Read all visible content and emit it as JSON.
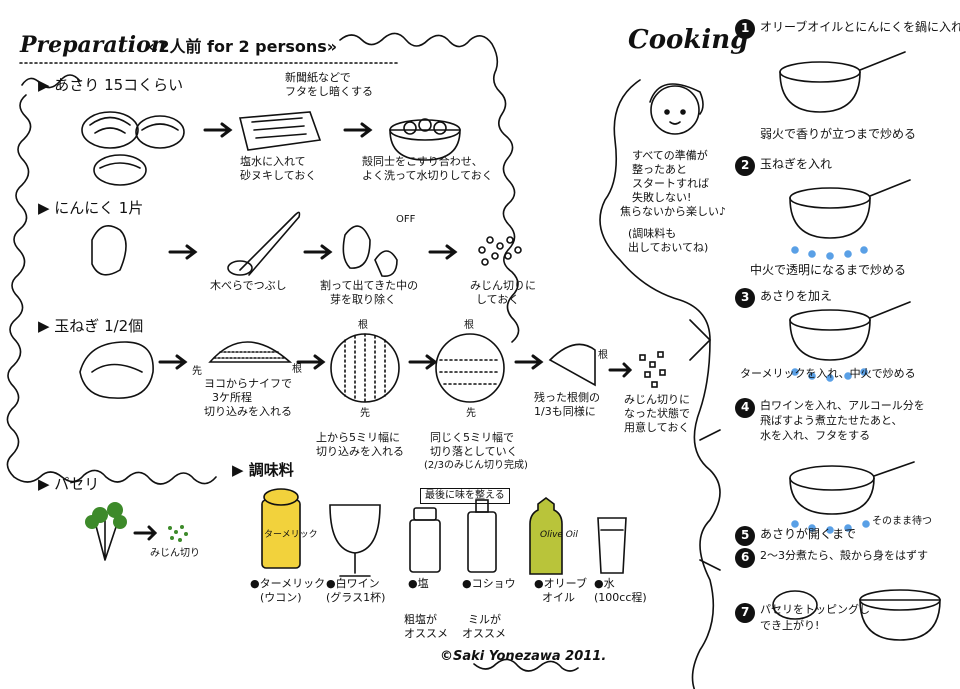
{
  "preparation": {
    "title": "Preparation",
    "subtitle": "«2人前 for 2 persons»",
    "clams": {
      "header": "▶ あさり 15コくらい",
      "note_newspaper_l1": "新聞紙などで",
      "note_newspaper_l2": "フタをし暗くする",
      "caption1_l1": "塩水に入れて",
      "caption1_l2": "砂ヌキしておく",
      "caption2_l1": "殻同士をこすり合わせ、",
      "caption2_l2": "よく洗って水切りしておく"
    },
    "garlic": {
      "header": "▶ にんにく 1片",
      "caption1": "木べらでつぶし",
      "off_label": "OFF",
      "caption2_l1": "割って出てきた中の",
      "caption2_l2": "芽を取り除く",
      "caption3_l1": "みじん切りに",
      "caption3_l2": "しておく"
    },
    "onion": {
      "header": "▶ 玉ねぎ 1/2個",
      "tip_label": "先",
      "root_label": "根",
      "caption1_l1": "ヨコからナイフで",
      "caption1_l2": "3ケ所程",
      "caption1_l3": "切り込みを入れる",
      "caption2_l1": "上から5ミリ幅に",
      "caption2_l2": "切り込みを入れる",
      "caption3_l1": "同じく5ミリ幅で",
      "caption3_l2": "切り落としていく",
      "caption3_l3": "(2/3のみじん切り完成)",
      "caption4_l1": "残った根側の",
      "caption4_l2": "1/3も同様に",
      "caption5_l1": "みじん切りに",
      "caption5_l2": "なった状態で",
      "caption5_l3": "用意しておく"
    },
    "parsley": {
      "header": "▶ パセリ",
      "caption": "みじん切り"
    },
    "seasonings": {
      "header": "▶ 調味料",
      "season_note": "最後に味を整える",
      "items": [
        {
          "label_l1": "●ターメリック",
          "label_l2": "(ウコン)",
          "jar_text": "ターメリック"
        },
        {
          "label_l1": "●白ワイン",
          "label_l2": "(グラス1杯)",
          "jar_text": ""
        },
        {
          "label_l1": "●塩",
          "label_l2": "",
          "jar_text": ""
        },
        {
          "label_l1": "●コショウ",
          "label_l2": "",
          "jar_text": ""
        },
        {
          "label_l1": "●オリーブ",
          "label_l2": "オイル",
          "jar_text": "Olive Oil"
        },
        {
          "label_l1": "●水",
          "label_l2": "(100cc程)",
          "jar_text": ""
        }
      ],
      "salt_note_l1": "粗塩が",
      "salt_note_l2": "オススメ",
      "pepper_note_l1": "ミルが",
      "pepper_note_l2": "オススメ"
    },
    "signature": "©Saki Yonezawa 2011."
  },
  "cooking": {
    "title": "Cooking",
    "intro_l1": "すべての準備が",
    "intro_l2": "整ったあと",
    "intro_l3": "スタートすれば",
    "intro_l4": "失敗しない!",
    "intro_l5": "焦らないから楽しい♪",
    "intro_l6": "(調味料も",
    "intro_l7": "出しておいてね)",
    "steps": [
      {
        "num": "1",
        "text": "オリーブオイルとにんにくを鍋に入れ",
        "caption": "弱火で香りが立つまで炒める"
      },
      {
        "num": "2",
        "text": "玉ねぎを入れ",
        "caption": "中火で透明になるまで炒める"
      },
      {
        "num": "3",
        "text": "あさりを加え",
        "caption": "ターメリックを入れ、中火で炒める"
      },
      {
        "num": "4",
        "text_l1": "白ワインを入れ、アルコール分を",
        "text_l2": "飛ばすよう煮立たせたあと、",
        "text_l3": "水を入れ、フタをする"
      },
      {
        "num": "5",
        "text": "あさりが開くまで",
        "note": "そのまま待つ"
      },
      {
        "num": "6",
        "text": "2〜3分煮たら、殻から身をはずす"
      },
      {
        "num": "7",
        "text_l1": "パセリをトッピングし",
        "text_l2": "でき上がり!"
      }
    ]
  },
  "colors": {
    "ink": "#111111",
    "turmeric": "#f2d23c",
    "flame": "#5aa0e6",
    "parsley": "#3d8a2a",
    "oil": "#b9c43a"
  }
}
